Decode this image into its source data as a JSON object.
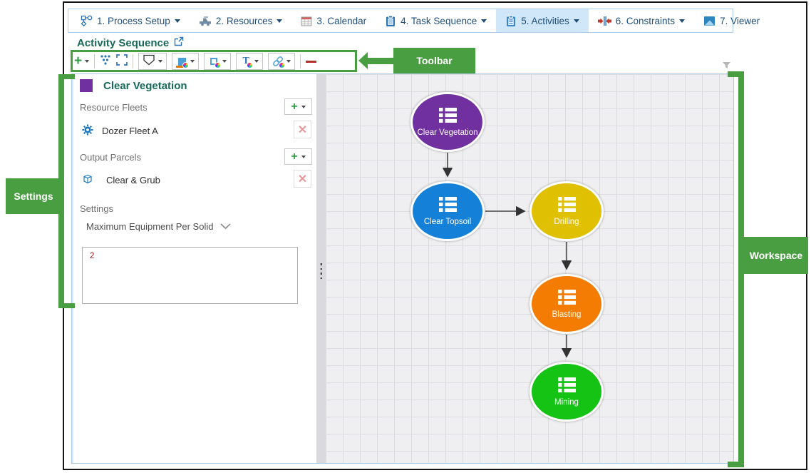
{
  "colors": {
    "annotation_green": "#4a9e42",
    "tab_text": "#1f4e79",
    "selected_tab_bg": "#cfe7f8",
    "title_teal": "#17695a",
    "value_text_red": "#9c1c1c"
  },
  "tabs": [
    {
      "label": "1. Process Setup",
      "icon": "process-setup-icon",
      "has_dropdown": true,
      "selected": false
    },
    {
      "label": "2. Resources",
      "icon": "resources-icon",
      "has_dropdown": true,
      "selected": false
    },
    {
      "label": "3. Calendar",
      "icon": "calendar-icon",
      "has_dropdown": false,
      "selected": false
    },
    {
      "label": "4. Task Sequence",
      "icon": "task-sequence-icon",
      "has_dropdown": true,
      "selected": false
    },
    {
      "label": "5. Activities",
      "icon": "activities-icon",
      "has_dropdown": true,
      "selected": true
    },
    {
      "label": "6. Constraints",
      "icon": "constraints-icon",
      "has_dropdown": true,
      "selected": false
    },
    {
      "label": "7. Viewer",
      "icon": "viewer-icon",
      "has_dropdown": false,
      "selected": false
    }
  ],
  "header": {
    "title": "Activity Sequence",
    "external_link_icon": "external-link-icon"
  },
  "toolbar": {
    "icons": [
      "add-icon",
      "auto-layout-icon",
      "fit-selection-icon",
      "node-shape-icon",
      "fill-color-icon",
      "border-color-icon",
      "text-color-icon",
      "link-color-icon",
      "remove-icon"
    ]
  },
  "settings_panel": {
    "title": "Clear Vegetation",
    "swatch_color": "#7030a0",
    "resource_fleets": {
      "label": "Resource Fleets",
      "items": [
        {
          "name": "Dozer Fleet A",
          "icon": "gear-icon"
        }
      ]
    },
    "output_parcels": {
      "label": "Output Parcels",
      "items": [
        {
          "name": "Clear & Grub",
          "icon": "cube-icon"
        }
      ]
    },
    "settings_section": {
      "label": "Settings",
      "selected_setting": "Maximum Equipment Per Solid",
      "value": "2"
    }
  },
  "workspace": {
    "nodes": [
      {
        "label": "Clear Vegetation",
        "color": "#7030a0"
      },
      {
        "label": "Clear Topsoil",
        "color": "#1480d8"
      },
      {
        "label": "Drilling",
        "color": "#dfc002"
      },
      {
        "label": "Blasting",
        "color": "#f57c02"
      },
      {
        "label": "Mining",
        "color": "#14c314"
      }
    ],
    "edges": [
      {
        "from": "Clear Vegetation",
        "to": "Clear Topsoil"
      },
      {
        "from": "Clear Topsoil",
        "to": "Drilling"
      },
      {
        "from": "Drilling",
        "to": "Blasting"
      },
      {
        "from": "Blasting",
        "to": "Mining"
      }
    ]
  },
  "annotations": {
    "toolbar_label": "Toolbar",
    "settings_label": "Settings",
    "workspace_label": "Workspace"
  }
}
